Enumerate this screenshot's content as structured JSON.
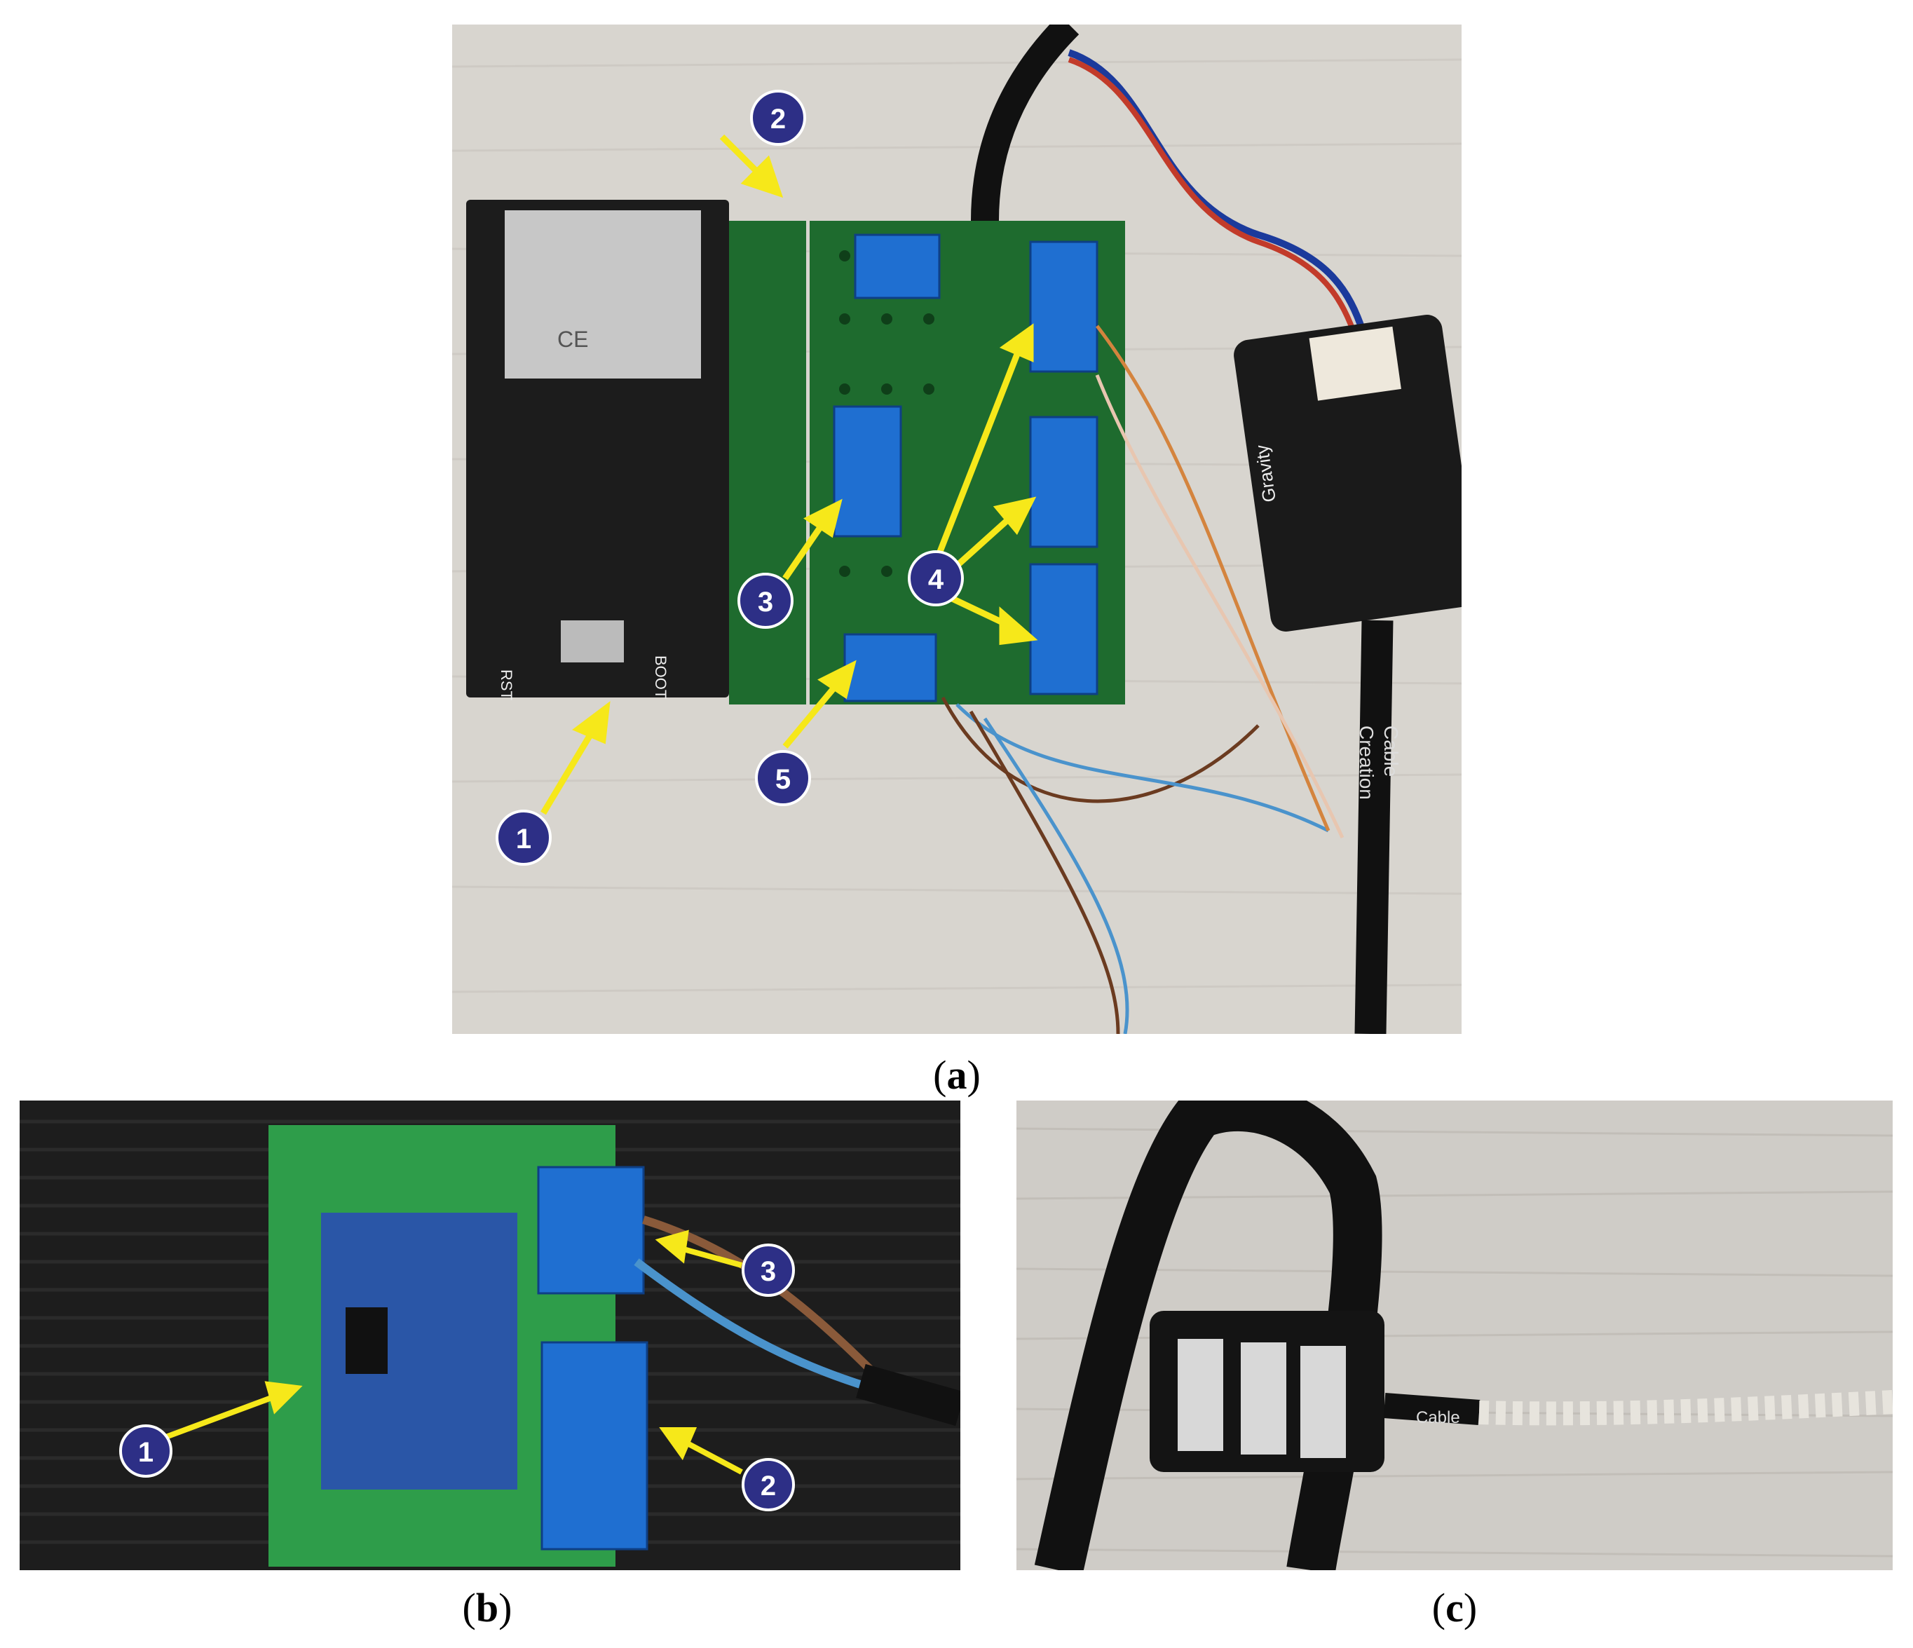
{
  "figure": {
    "panels": [
      {
        "id": "a",
        "caption_label": "a"
      },
      {
        "id": "b",
        "caption_label": "b"
      },
      {
        "id": "c",
        "caption_label": "c"
      }
    ],
    "panel_a": {
      "markers": [
        "1",
        "2",
        "3",
        "4",
        "5"
      ],
      "board_text": [
        "RST",
        "BOOT",
        "Gravity",
        "Cable",
        "Creation",
        "CE"
      ]
    },
    "panel_b": {
      "markers": [
        "1",
        "2",
        "3"
      ]
    },
    "panel_c": {
      "cable_text": "Cable"
    }
  },
  "colors": {
    "marker_fill": "#2d2f86",
    "arrow": "#f6e81a",
    "pcb_green": "#1e6b2e",
    "terminal_blue": "#1f6fd1",
    "wood": "#d9d6d1"
  }
}
